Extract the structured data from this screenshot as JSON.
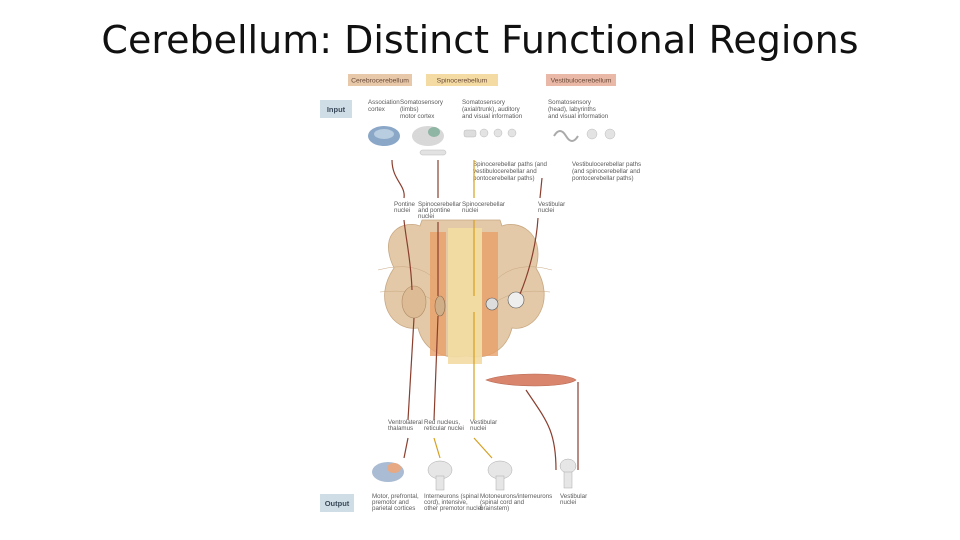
{
  "title": "Cerebellum: Distinct Functional Regions",
  "columns": {
    "cerebrocerebellum": "Cerebrocerebellum",
    "spinocerebellum": "Spinocerebellum",
    "vestibulocerebellum": "Vestibulocerebellum"
  },
  "rows": {
    "input": "Input",
    "output": "Output"
  },
  "inputs": {
    "association_cortex": [
      "Association",
      "cortex"
    ],
    "somatosensory_limbs": [
      "Somatosensory",
      "(limbs)",
      "motor cortex"
    ],
    "somatosensory_axial": [
      "Somatosensory",
      "(axial/trunk), auditory",
      "and visual information"
    ],
    "vestibular_info": [
      "Somatosensory",
      "(head), labyrinths",
      "and visual information"
    ]
  },
  "paths": {
    "spinocerebellar": [
      "Spinocerebellar paths (and",
      "vestibulocerebellar and",
      "pontocerebellar paths)"
    ],
    "vestibulocerebellar": [
      "Vestibulocerebellar paths",
      "(and spinocerebellar and",
      "pontocerebellar paths)"
    ]
  },
  "nuclei_in": {
    "pontine": [
      "Pontine",
      "nuclei"
    ],
    "spinocerebellar_pontine": [
      "Spinocerebellar",
      "and pontine",
      "nuclei"
    ],
    "spinocerebellar": [
      "Spinocerebellar",
      "nuclei"
    ],
    "vestibular": [
      "Vestibular",
      "nuclei"
    ]
  },
  "nuclei_out": {
    "ventrolateral_thalamus": [
      "Ventrolateral",
      "thalamus"
    ],
    "red_nucleus": [
      "Red nucleus,",
      "reticular nuclei"
    ],
    "vestibular": [
      "Vestibular",
      "nuclei"
    ]
  },
  "outputs": {
    "motor_cortex": [
      "Motor, prefrontal,",
      "premotor and",
      "parietal cortices"
    ],
    "interneurons_limb": [
      "Interneurons (spinal",
      "cord), intensive,",
      "other premotor nuclei"
    ],
    "motoneurons_axial": [
      "Motoneurons/interneurons",
      "(spinal cord and",
      "brainstem)"
    ],
    "vestibular_nuclei": [
      "Vestibular",
      "nuclei"
    ]
  },
  "colors": {
    "cerebro": "#e7c8a9",
    "spino": "#f3dba3",
    "vestibulo": "#e9b8a6",
    "cerebellum": "#e3c9a7",
    "band": "#e8a06a",
    "path_brown": "#8a3e2e",
    "path_yellow": "#d6a020"
  }
}
